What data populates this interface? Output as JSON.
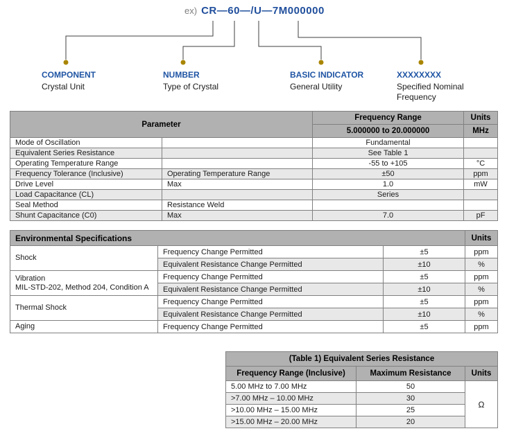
{
  "colors": {
    "accent_blue": "#1f55a4",
    "part_number_blue": "#1f4e9c",
    "dot_gold": "#a98500",
    "header_gray": "#b1b1b1",
    "stripe_gray": "#e8e8e8",
    "border_gray": "#808080"
  },
  "diagram": {
    "example_prefix": "ex)",
    "part_number": "CR—60—/U—7M000000",
    "labels": [
      {
        "title": "COMPONENT",
        "subtitle": "Crystal Unit"
      },
      {
        "title": "NUMBER",
        "subtitle": "Type of Crystal"
      },
      {
        "title": "BASIC INDICATOR",
        "subtitle": "General Utility"
      },
      {
        "title": "XXXXXXXX",
        "subtitle": "Specified Nominal Frequency"
      }
    ]
  },
  "spec_table": {
    "header": {
      "parameter": "Parameter",
      "frequency_range": "Frequency Range",
      "range_value": "5.000000 to 20.000000",
      "units": "Units",
      "units_value": "MHz"
    },
    "rows": [
      {
        "param": "Mode of Oscillation",
        "condition": "",
        "value": "Fundamental",
        "unit": ""
      },
      {
        "param": "Equivalent Series Resistance",
        "condition": "",
        "value": "See Table 1",
        "unit": ""
      },
      {
        "param": "Operating Temperature Range",
        "condition": "",
        "value": "-55 to +105",
        "unit": "°C"
      },
      {
        "param": "Frequency Tolerance (Inclusive)",
        "condition": "Operating Temperature Range",
        "value": "±50",
        "unit": "ppm"
      },
      {
        "param": "Drive Level",
        "condition": "Max",
        "value": "1.0",
        "unit": "mW"
      },
      {
        "param": "Load Capacitance (CL)",
        "condition": "",
        "value": "Series",
        "unit": ""
      },
      {
        "param": "Seal Method",
        "condition": "Resistance Weld",
        "value": "",
        "unit": ""
      },
      {
        "param": "Shunt Capacitance (C0)",
        "condition": "Max",
        "value": "7.0",
        "unit": "pF"
      }
    ]
  },
  "env_table": {
    "title": "Environmental Specifications",
    "units_header": "Units",
    "groups": [
      {
        "name": "Shock",
        "name2": "",
        "rows": [
          {
            "desc": "Frequency Change Permitted",
            "value": "±5",
            "unit": "ppm"
          },
          {
            "desc": "Equivalent Resistance Change Permitted",
            "value": "±10",
            "unit": "%"
          }
        ]
      },
      {
        "name": "Vibration",
        "name2": "MIL-STD-202, Method 204, Condition A",
        "rows": [
          {
            "desc": "Frequency Change Permitted",
            "value": "±5",
            "unit": "ppm"
          },
          {
            "desc": "Equivalent Resistance Change Permitted",
            "value": "±10",
            "unit": "%"
          }
        ]
      },
      {
        "name": "Thermal Shock",
        "name2": "",
        "rows": [
          {
            "desc": "Frequency Change Permitted",
            "value": "±5",
            "unit": "ppm"
          },
          {
            "desc": "Equivalent Resistance Change Permitted",
            "value": "±10",
            "unit": "%"
          }
        ]
      },
      {
        "name": "Aging",
        "name2": "",
        "rows": [
          {
            "desc": "Frequency Change Permitted",
            "value": "±5",
            "unit": "ppm"
          }
        ]
      }
    ]
  },
  "esr_table": {
    "title": "(Table 1) Equivalent Series Resistance",
    "col_headers": [
      "Frequency Range (Inclusive)",
      "Maximum Resistance",
      "Units"
    ],
    "rows": [
      {
        "range": "5.00 MHz to 7.00 MHz",
        "resistance": "50"
      },
      {
        "range": ">7.00 MHz – 10.00 MHz",
        "resistance": "30"
      },
      {
        "range": ">10.00 MHz – 15.00 MHz",
        "resistance": "25"
      },
      {
        "range": ">15.00 MHz – 20.00 MHz",
        "resistance": "20"
      }
    ],
    "unit": "Ω"
  }
}
